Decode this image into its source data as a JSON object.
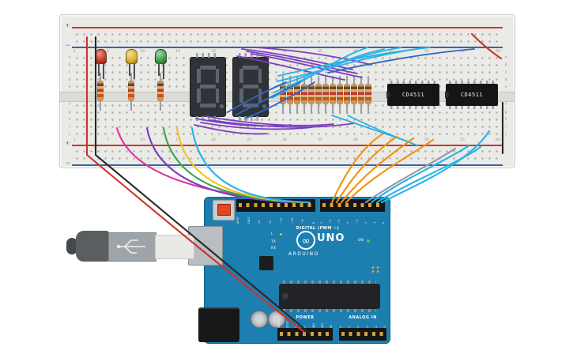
{
  "app": {
    "background": "#ffffff"
  },
  "breadboard": {
    "column_numbers": [
      "1",
      "5",
      "10",
      "15",
      "20",
      "25",
      "30",
      "35",
      "40",
      "45",
      "50",
      "55",
      "60"
    ],
    "row_letters_top": [
      "a",
      "b",
      "c",
      "d",
      "e"
    ],
    "row_letters_bottom": [
      "f",
      "g",
      "h",
      "i",
      "j"
    ],
    "plus": "+",
    "minus": "−"
  },
  "components": {
    "ic1_label": "CD4511",
    "ic2_label": "CD4511",
    "led_colors": [
      "red",
      "yellow",
      "green"
    ],
    "displays": [
      {
        "shown": "8."
      },
      {
        "shown": "8."
      }
    ]
  },
  "arduino": {
    "digital_label": "DIGITAL (PWM ~)",
    "brand": "ARDUINO",
    "model": "UNO",
    "logo_symbol": "∞",
    "l_label": "L",
    "tx_label": "TX",
    "rx_label": "RX",
    "on_label": "ON",
    "power_label": "POWER",
    "analog_label": "ANALOG IN",
    "digital_pins_left": [
      "AREF",
      "GND",
      "13",
      "12",
      "~11",
      "~10",
      "~9",
      "8"
    ],
    "digital_pins_right": [
      "7",
      "~6",
      "~5",
      "4",
      "~3",
      "2",
      "1",
      "0"
    ],
    "power_pins": [
      "IOREF",
      "RESET",
      "3V3",
      "5V",
      "GND",
      "GND",
      "VIN"
    ],
    "analog_pins": [
      "A0",
      "A1",
      "A2",
      "A3",
      "A4",
      "A5"
    ]
  },
  "palette": {
    "purple": "#7b3fbf",
    "cyan": "#29b2e6",
    "blue": "#2f66c4",
    "magenta": "#e3309e",
    "yellow": "#f2c21c",
    "green": "#3aa24a",
    "orange": "#f2910d",
    "gray": "#9097a0",
    "black": "#26282b",
    "red": "#cf3226",
    "white": "#eeeeee"
  }
}
